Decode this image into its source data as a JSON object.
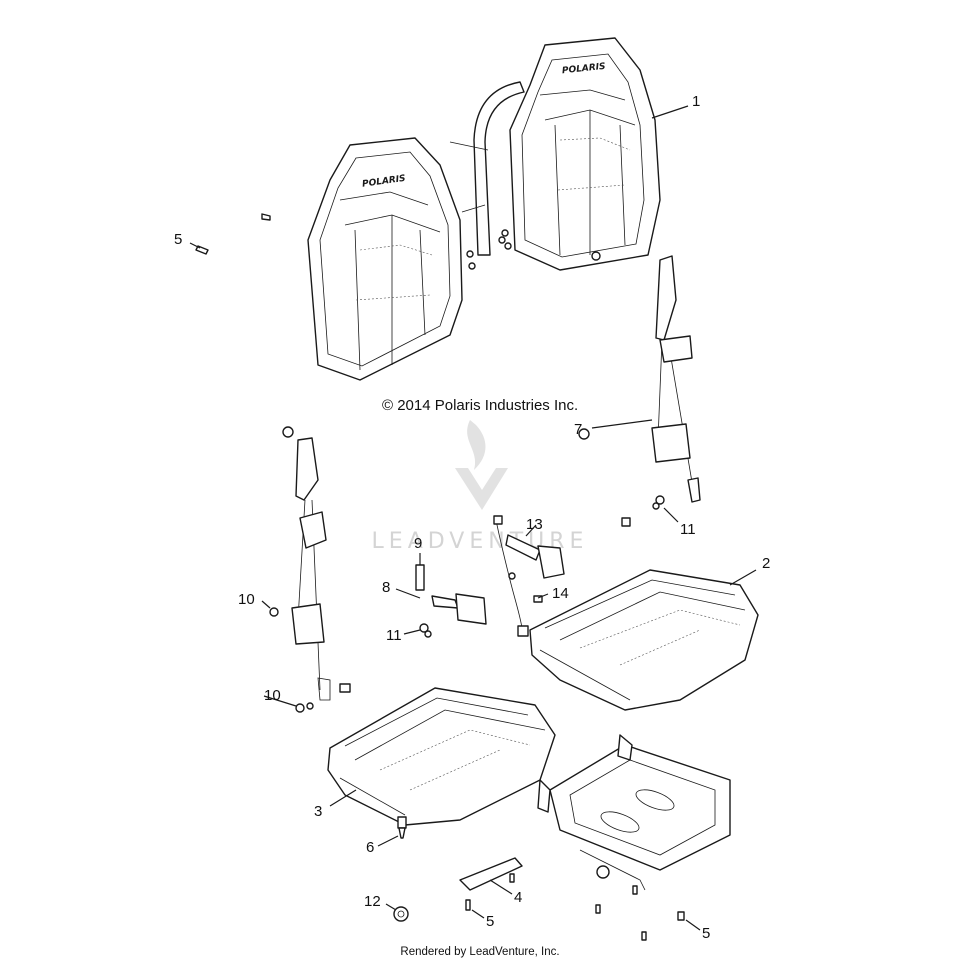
{
  "copyright": "© 2014 Polaris Industries Inc.",
  "footer": "Rendered by LeadVenture, Inc.",
  "watermark": "LEADVENTURE",
  "seat_logo": "POLARIS",
  "callouts": {
    "c1": "1",
    "c2": "2",
    "c3": "3",
    "c4": "4",
    "c5a": "5",
    "c5b": "5",
    "c5c": "5",
    "c6": "6",
    "c7": "7",
    "c8": "8",
    "c9": "9",
    "c10a": "10",
    "c10b": "10",
    "c11a": "11",
    "c11b": "11",
    "c12": "12",
    "c13": "13",
    "c14": "14"
  }
}
